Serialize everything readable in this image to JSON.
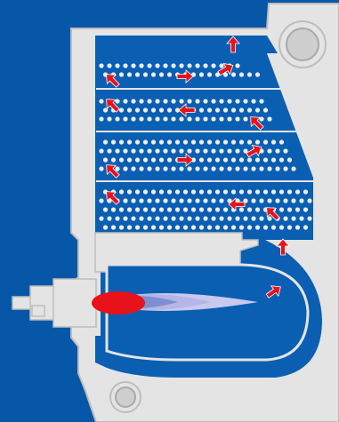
{
  "colors": {
    "background": "#0757a8",
    "casing": "#e4e4e4",
    "casing_edge": "#bdbdbd",
    "water": "#0a5fb2",
    "tube": "#e9eef5",
    "flame_core": "#e8121b",
    "flame_mid": "#7d8fd2",
    "flame_outer": "#c9c8ee",
    "arrow": "#e8121b"
  },
  "icons": {
    "flow_arrow": "red-arrow-icon",
    "flame": "burner-flame-icon",
    "round_port": "port-circle-icon"
  },
  "arrow_directions": [
    "up",
    "up-right",
    "right",
    "left",
    "up-left",
    "down-left"
  ]
}
